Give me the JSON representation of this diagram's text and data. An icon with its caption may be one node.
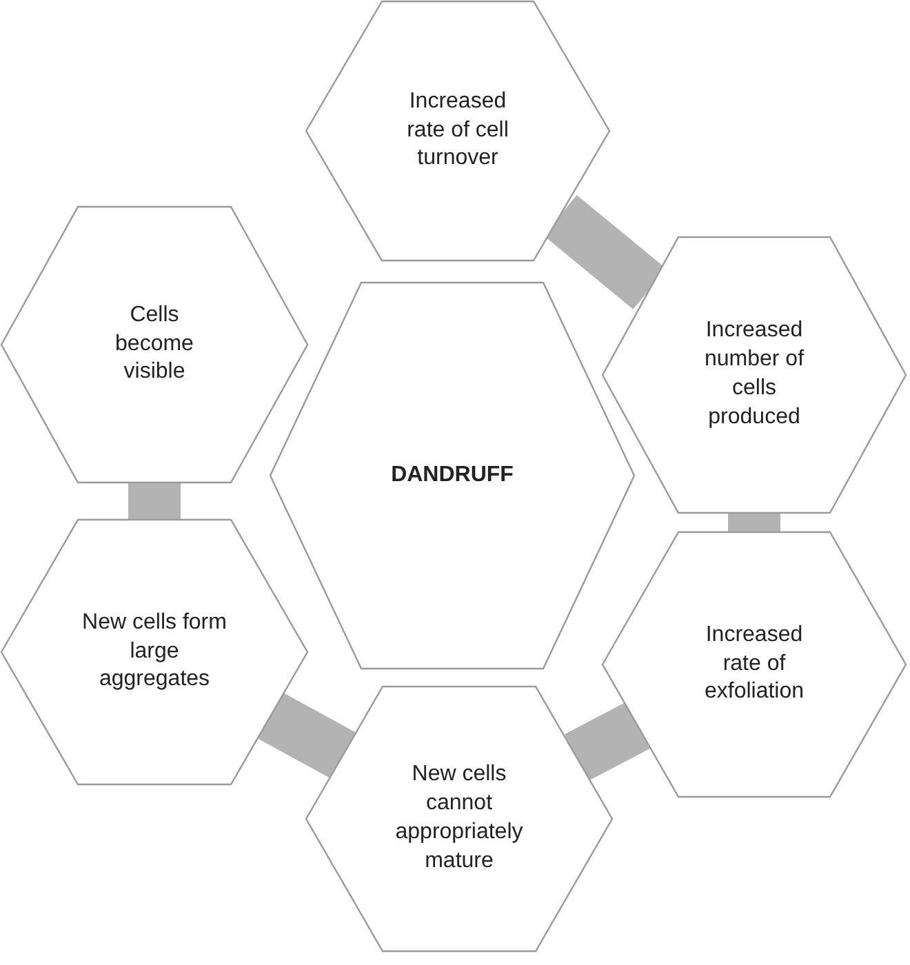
{
  "diagram": {
    "nodes": [
      {
        "text": [
          "Increased rate of cell turnover"
        ]
      },
      {
        "text": [
          "Increased number of cells produced"
        ]
      },
      {
        "text": [
          "Increased rate of exfoliation"
        ]
      },
      {
        "text": [
          "New cells cannot appropriately mature"
        ]
      },
      {
        "text": [
          "New cells form large aggregates"
        ]
      },
      {
        "text": [
          "Cells become visible"
        ]
      },
      {
        "text": [
          "DANDRUFF"
        ]
      }
    ],
    "edges": [
      {
        "from": 0,
        "to": 1,
        "arrow": "none"
      },
      {
        "from": 1,
        "to": 2,
        "arrow": "none"
      },
      {
        "from": 2,
        "to": 3,
        "arrow": "none"
      },
      {
        "from": 3,
        "to": 4,
        "arrow": "none"
      },
      {
        "from": 4,
        "to": 5,
        "arrow": "none"
      }
    ]
  }
}
